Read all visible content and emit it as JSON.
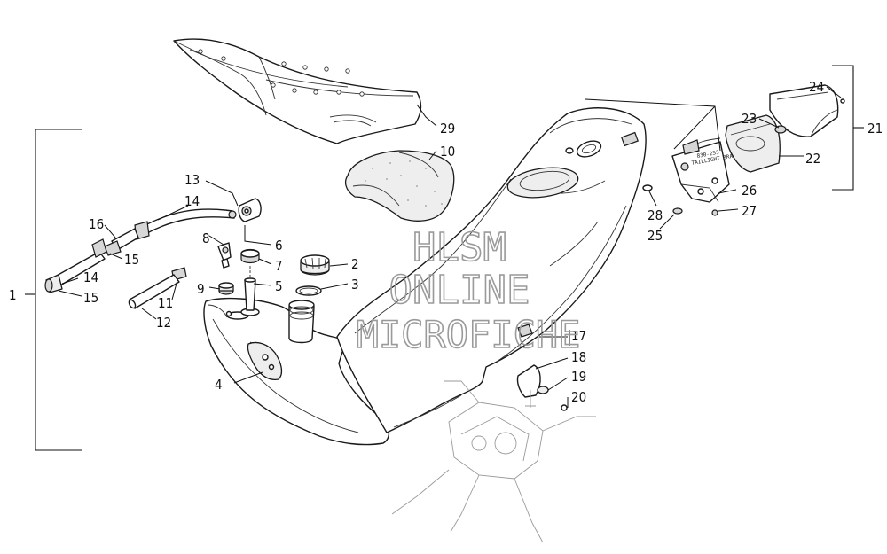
{
  "callouts": [
    "1",
    "2",
    "3",
    "4",
    "5",
    "6",
    "7",
    "8",
    "9",
    "10",
    "11",
    "12",
    "13",
    "14",
    "14",
    "15",
    "15",
    "16",
    "17",
    "18",
    "19",
    "20",
    "21",
    "22",
    "23",
    "24",
    "25",
    "26",
    "27",
    "28",
    "29"
  ],
  "bracket_labels": {
    "left": "1",
    "right": "21"
  },
  "sticker_text": {
    "part_number": "830-253",
    "caption": "TAILLIGHT BRACKET"
  },
  "watermark": {
    "line1": "HLSM",
    "line2": "ONLINE",
    "line3": "MICROFICHE"
  }
}
